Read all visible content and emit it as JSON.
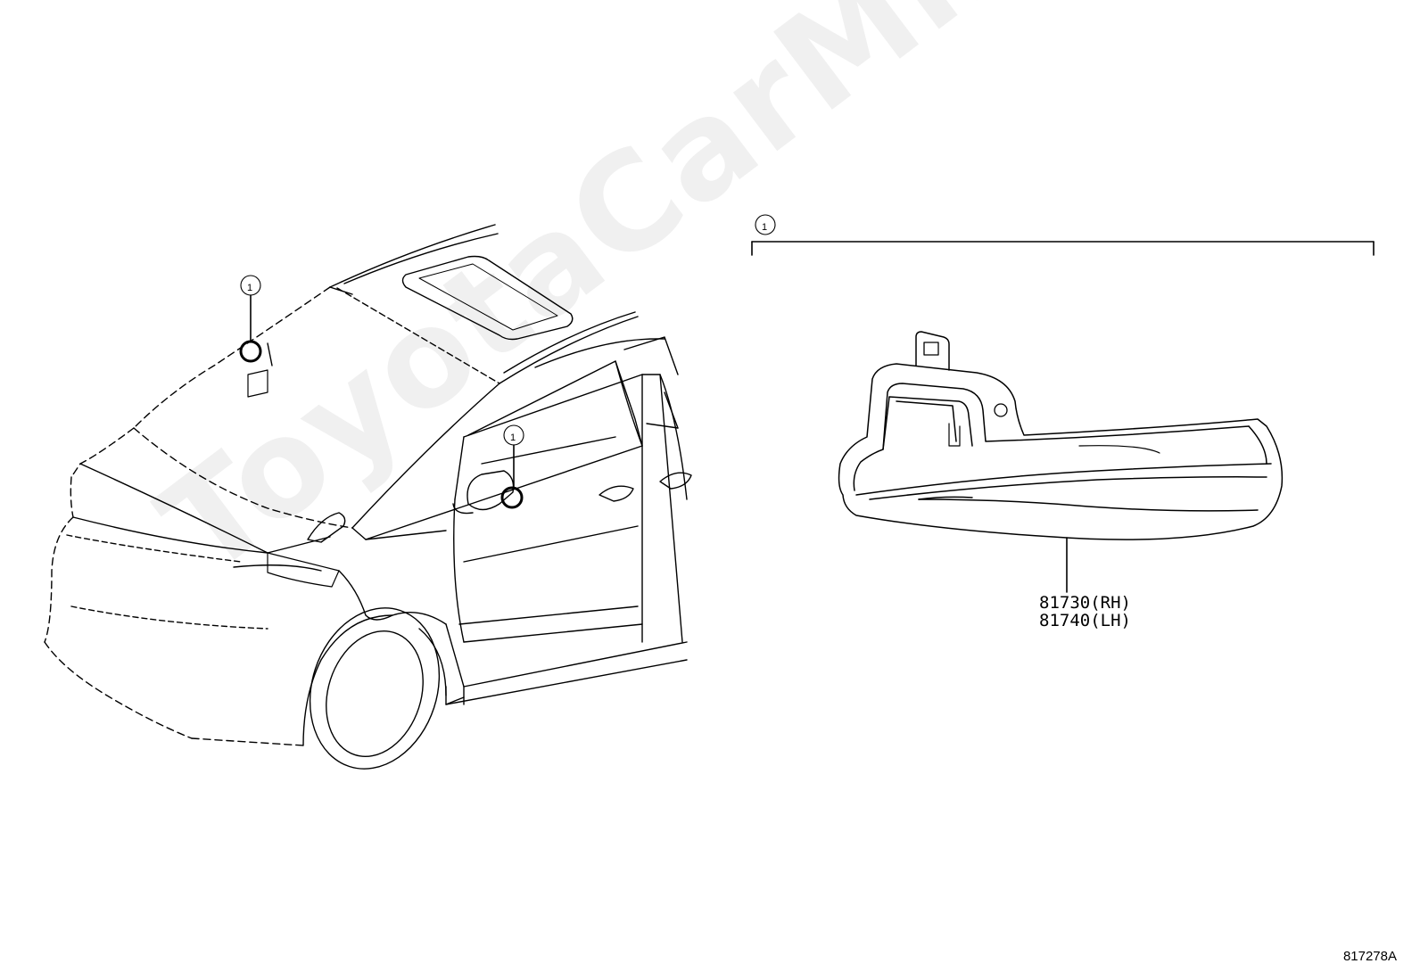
{
  "callouts": {
    "windshield": "1",
    "door_mirror": "1",
    "bracket": "1"
  },
  "parts": [
    {
      "number": "81730(RH)"
    },
    {
      "number": "81740(LH)"
    }
  ],
  "watermark": "ToyotaCarMine.ru",
  "illustration_code": "817278A"
}
